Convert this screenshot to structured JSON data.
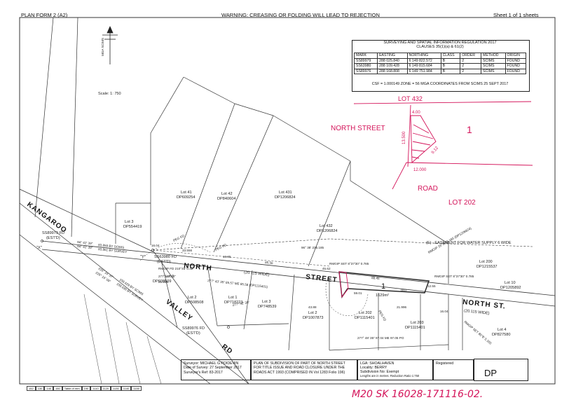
{
  "header": {
    "form": "PLAN FORM 2 (A2)",
    "warning": "WARNING: CREASING OR FOLDING WILL LEAD TO REJECTION",
    "sheet": "Sheet 1 of 1 sheets"
  },
  "north": {
    "letters": "MGA SCIMS",
    "scale": "Scale: 1: 750"
  },
  "marks": {
    "title": "SURVEYING AND SPATIAL INFORMATION REGULATION 2017",
    "clauses": "CLAUSES 35(1)(a) & 61(2)",
    "headers": [
      "MARK",
      "EASTING",
      "NORTHING",
      "CLASS",
      "ORDER",
      "METHOD",
      "ORIGIN"
    ],
    "rows": [
      [
        "SS89979",
        "288 025.840",
        "6 149 822.572",
        "B",
        "2",
        "SCIMS",
        "FOUND"
      ],
      [
        "SS63980",
        "288 109.428",
        "6 149 815.684",
        "B",
        "2",
        "SCIMS",
        "FOUND"
      ],
      [
        "SS89976",
        "288 168.808",
        "6 149 751.984",
        "B",
        "2",
        "SCIMS",
        "FOUND"
      ]
    ],
    "csf": "CSF = 1.000149 ZONE = 56 MGA COORDINATES FROM SCIMS 25 SEPT 2017"
  },
  "sketch": {
    "lot432": "LOT 432",
    "north_street": "NORTH STREET",
    "lot1": "1",
    "road": "ROAD",
    "lot202": "LOT 202",
    "d1": "4.00",
    "d2": "13.500",
    "d3": "12.000",
    "d4": "9.12"
  },
  "plan": {
    "kangaroo": "KANGAROO",
    "valley": "VALLEY",
    "rd": "RD",
    "north": "NORTH",
    "street": "STREET",
    "north_st": "NORTH ST.",
    "wide1": "(20.115 WIDE)",
    "wide2": "(20.115 WIDE)",
    "easement": "(E) - EASEMENT FOR WATER SUPPLY 6 WIDE",
    "ss89979": "SS89979 FD",
    "estd1": "(EST'D)",
    "ss63980": "SS63980 FD",
    "estd2": "(EST'D)",
    "ss89976": "SS89976 FD",
    "estd3": "(EST'D)",
    "x": "\"X\"",
    "y": "\"Y\"",
    "brg1": "94° 42' 39\"",
    "brg2": "94° 42' 39\"",
    "dist1": "83.859 BY SCIMS",
    "dist2": "83.861 BY SURVEY",
    "brg3": "226° 16' 37\"",
    "brg4": "226° 16' 09\"",
    "dist3": "158.629 BY SCIMS",
    "dist4": "158.636 BY SURVEY",
    "lot1_big": "1",
    "area": "1629m²",
    "brg_main": "277° 43' 35\" 85.57 ME 85.58 (DP1115401)",
    "d_4388": "43.88",
    "d_4562": "45.62",
    "d_3556": "33.556",
    "d_1604a": "16.04",
    "d_1604b": "16.04",
    "d_8556": "85.56",
    "d_8845": "88.45",
    "d_1255": "12.55",
    "d_5901": "59.01",
    "d_81": "(81)",
    "d_21996": "21.996",
    "d_21205": "21.205",
    "d_1985": "19.85",
    "d_9838": "96° 38' 236.185",
    "rm_set1": "RMGIP SET 8°37'30\" 0.785",
    "rm_set2": "RMGIP SET 8°37'30\" 0.785",
    "rm_set3": "RMGIP 33°39' 5.165 (DP1206824)",
    "rm_set4": "RMGIP SET 85°8' 5.165",
    "rm_fd": "RMGIP FD 210°45' 0.42",
    "peg1": "PEG FD",
    "peg2": "PEG FD",
    "peg3": "PEG FD",
    "brg_277": "277° 47' 20\"",
    "brg_2773": "277° 42' 30\"",
    "d_bot1": "277° 48' 35\" 97.04 ME 97.05 PO",
    "lots": {
      "l3": "Lot 3",
      "dp3": "DP554419",
      "l41": "Lot 41",
      "dp41": "DP609254",
      "l42": "Lot 42",
      "dp42": "DP840604",
      "l431": "Lot 431",
      "dp431": "DP1206824",
      "l432": "Lot 432",
      "dp432": "DP1206824",
      "l200": "Lot 200",
      "dp200": "DP1215537",
      "l10": "Lot 10",
      "dp10": "DP1205892",
      "lot1a": "Lot 1",
      "dp1a": "DP608509",
      "lot2a": "Lot 2",
      "dp2a": "DP508508",
      "lot1b": "Lot 1",
      "dp1b": "DP718223",
      "lot3b": "Lot 3",
      "dp3b": "DP748539",
      "lot2c": "Lot 2",
      "dp2c": "DP1007873",
      "lot202": "Lot 202",
      "dp202": "DP1115401",
      "lot203": "Lot 203",
      "dp203": "DP1115401",
      "lot4": "Lot 4",
      "dp4": "DP827580"
    }
  },
  "titleblock": {
    "surveyor": "Surveyor: MICHAEL G POIDEVIN",
    "date": "Date of Survey: 27 September 2017",
    "ref": "Surveyor's Ref: 83-2017",
    "plan1": "PLAN OF SUBDIVISION OF PART OF NORTH STREET",
    "plan2": "FOR TITLE ISSUE AND ROAD CLOSURE UNDER THE",
    "plan3": "ROADS ACT 1993 (COMPRISED IN Vol 1283 Folio 196)",
    "lga": "LGA: SHOALHAVEN",
    "locality": "Locality: BERRY",
    "subdiv": "Subdivision No: Exempt",
    "lengths": "Lengths are in metres. Reduction Ratio 1:750",
    "registered": "Registered",
    "dp": "DP"
  },
  "scalebar": [
    "152",
    "130",
    "140",
    "150",
    "Table of mm",
    "190",
    "1110",
    "1120",
    "1130",
    "1140",
    "1150"
  ],
  "signature": "M20 SK 16028-171116-02."
}
